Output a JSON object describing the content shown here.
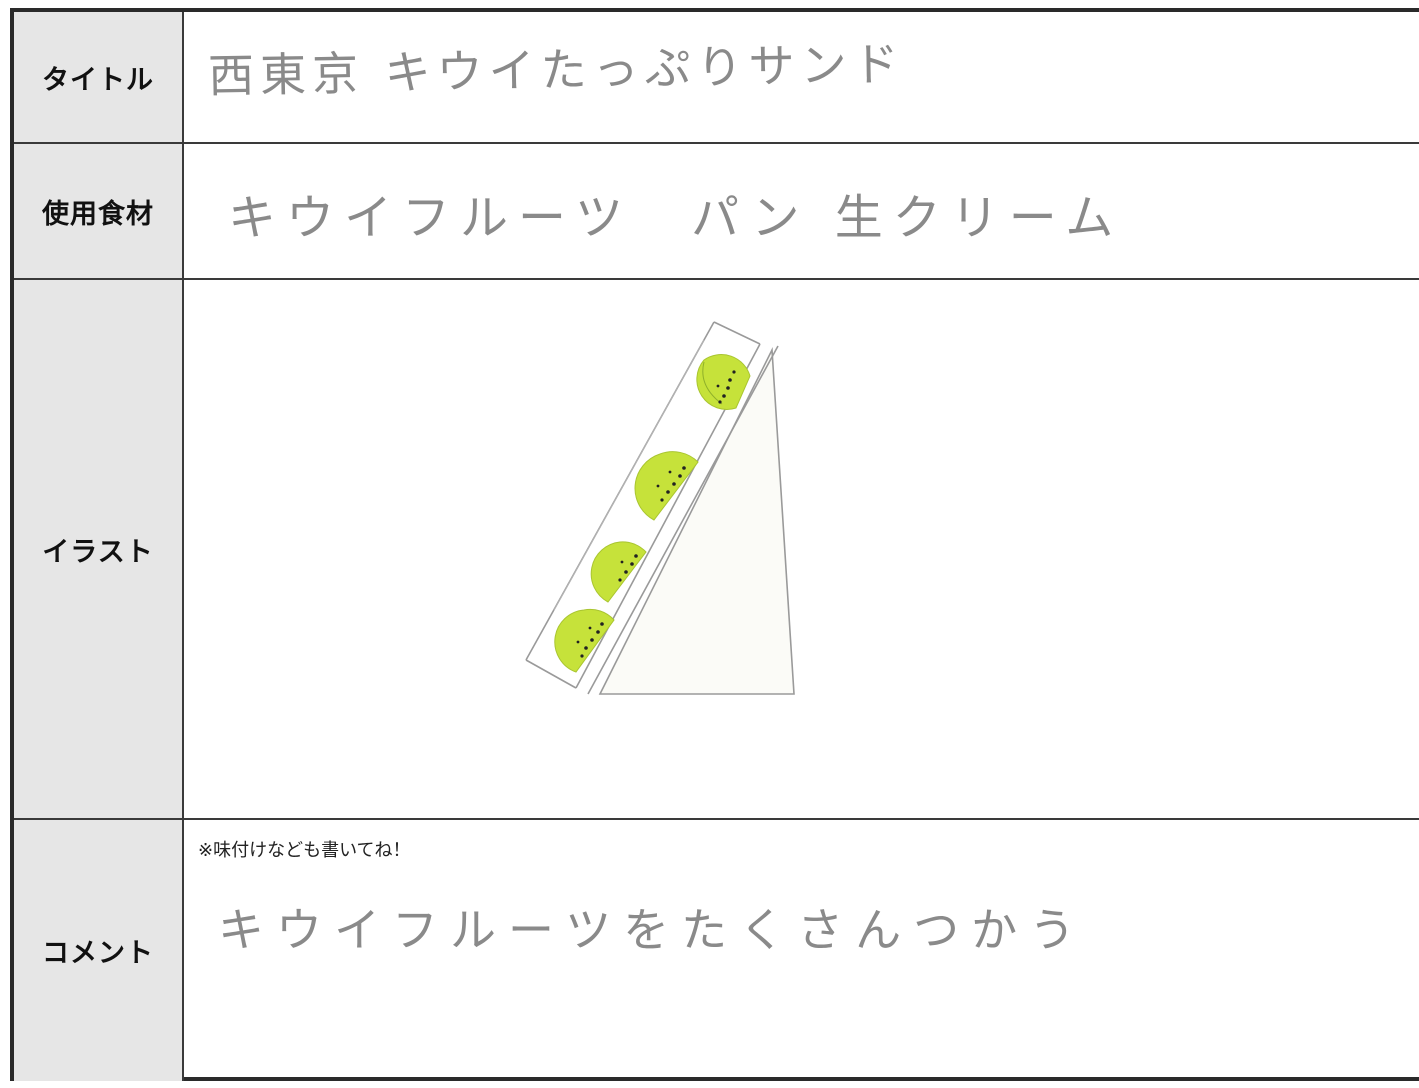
{
  "rows": {
    "title": {
      "label": "タイトル",
      "value": "西東京 キウイたっぷりサンド"
    },
    "ingredients": {
      "label": "使用食材",
      "value": "キウイフルーツ　パン 生クリーム"
    },
    "illustration": {
      "label": "イラスト",
      "icon": "kiwi-sandwich-drawing"
    },
    "comment": {
      "label": "コメント",
      "note": "※味付けなども書いてね！",
      "value": "キウイフルーツをたくさんつかう"
    }
  },
  "colors": {
    "label_bg": "#e6e6e6",
    "border": "#2a2a2a",
    "pencil": "#8a8a8a",
    "kiwi_flesh": "#c6e23a",
    "kiwi_seed": "#222222"
  }
}
